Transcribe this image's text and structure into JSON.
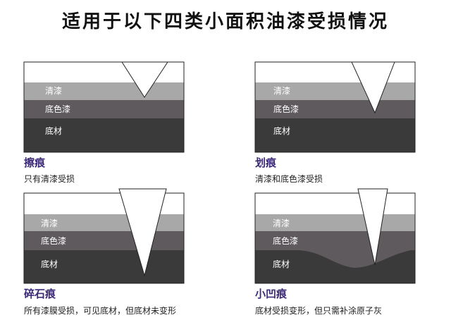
{
  "title": "适用于以下四类小面积油漆受损情况",
  "layer_labels": {
    "clearcoat": "清漆",
    "basecoat": "底色漆",
    "substrate": "底材"
  },
  "panels": [
    {
      "name": "擦痕",
      "desc": "只有清漆受损"
    },
    {
      "name": "划痕",
      "desc": "清漆和底色漆受损"
    },
    {
      "name": "碎石痕",
      "desc": "所有漆膜受损，可见底材，但底材未变形"
    },
    {
      "name": "小凹痕",
      "desc": "底材受损变形，但只需补涂原子灰"
    }
  ],
  "colors": {
    "clearcoat": "#a8a8a8",
    "basecoat": "#5e5a5e",
    "substrate": "#3a3a3a",
    "label_light": "#ffffff",
    "name": "#3c2a78"
  }
}
